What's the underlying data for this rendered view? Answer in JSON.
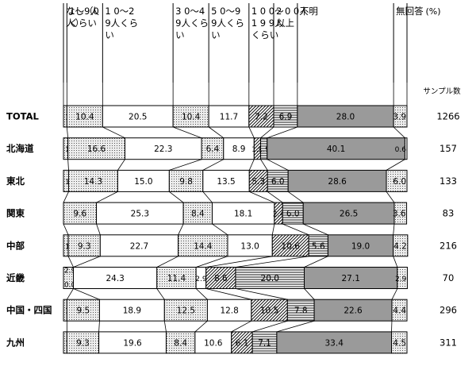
{
  "chart_data": {
    "type": "bar",
    "stacked": true,
    "orientation": "horizontal",
    "unit": "(%)",
    "sample_header": "サンプル数",
    "categories": [
      "TOTAL",
      "北海道",
      "東北",
      "関東",
      "中部",
      "近畿",
      "中国・四国",
      "九州"
    ],
    "samples": [
      "1266",
      "157",
      "133",
      "83",
      "216",
      "70",
      "296",
      "311"
    ],
    "xlim": [
      0,
      100
    ],
    "series": [
      {
        "name": "なし（0人）",
        "fill": "#d9d9d9",
        "pattern": "dots",
        "values": [
          1.0,
          1.3,
          1.5,
          0.0,
          1.4,
          2.9,
          1.0,
          1.0
        ]
      },
      {
        "name": "1〜9人くらい",
        "fill": "#e6e6e6",
        "pattern": "dots",
        "values": [
          10.4,
          16.6,
          14.3,
          9.6,
          9.3,
          0.0,
          9.5,
          9.3
        ]
      },
      {
        "name": "10〜29人くらい",
        "fill": "#ffffff",
        "pattern": "none",
        "values": [
          20.5,
          22.3,
          15.0,
          25.3,
          22.7,
          24.3,
          18.9,
          19.6
        ]
      },
      {
        "name": "30〜49人くらい",
        "fill": "#e6e6e6",
        "pattern": "dots",
        "values": [
          10.4,
          6.4,
          9.8,
          8.4,
          14.4,
          11.4,
          12.5,
          8.4
        ]
      },
      {
        "name": "50〜99人くらい",
        "fill": "#ffffff",
        "pattern": "none",
        "values": [
          11.7,
          8.9,
          13.5,
          18.1,
          13.0,
          2.9,
          12.8,
          10.6
        ]
      },
      {
        "name": "100〜199人くらい",
        "fill": "#ffffff",
        "pattern": "diag",
        "values": [
          7.2,
          1.9,
          5.3,
          2.4,
          10.6,
          8.6,
          10.5,
          6.1
        ]
      },
      {
        "name": "200人以上",
        "fill": "#ffffff",
        "pattern": "hlines",
        "values": [
          6.9,
          1.9,
          6.0,
          6.0,
          5.6,
          20.0,
          7.8,
          7.1
        ]
      },
      {
        "name": "不明",
        "fill": "#9a9a9a",
        "pattern": "none",
        "values": [
          28.0,
          40.1,
          28.6,
          26.5,
          19.0,
          27.1,
          22.6,
          33.4
        ]
      },
      {
        "name": "無回答",
        "fill": "#d9d9d9",
        "pattern": "dots",
        "values": [
          3.9,
          0.6,
          6.0,
          3.6,
          4.2,
          2.9,
          4.4,
          4.5
        ]
      }
    ],
    "header_lines": [
      [
        "なし（0",
        "人）"
      ],
      [
        "1〜9人",
        "くらい"
      ],
      [
        "1 0〜2",
        "9人くら",
        "い"
      ],
      [
        "3 0〜4",
        "9人くら",
        "い"
      ],
      [
        "5 0〜9",
        "9人くら",
        "い"
      ],
      [
        "1 0 0〜",
        "1 9 9人",
        "くらい"
      ],
      [
        "2 0 0人",
        "以上"
      ],
      [
        "不明"
      ],
      [
        "無回答"
      ]
    ]
  }
}
